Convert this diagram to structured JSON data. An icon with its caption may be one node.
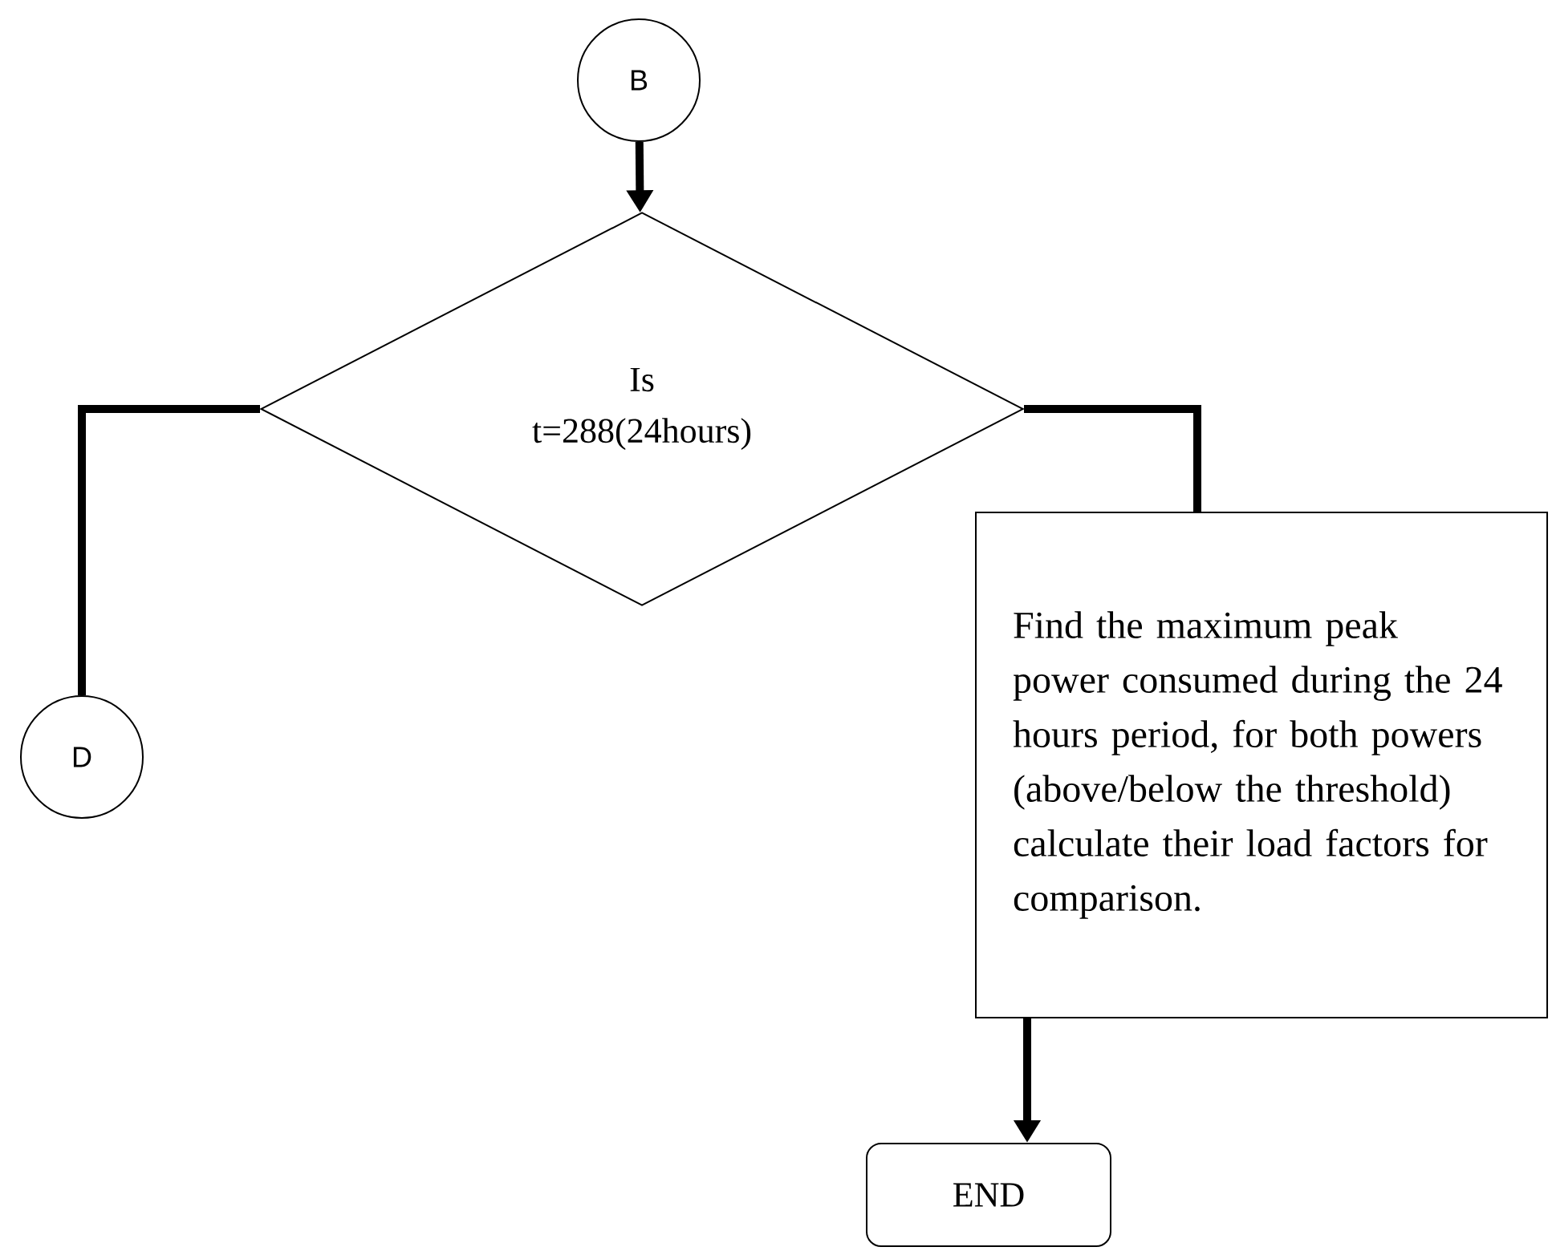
{
  "diagram": {
    "nodes": [
      {
        "text": [
          "B"
        ]
      },
      {
        "text": [
          "Is t=288(24hours)"
        ]
      },
      {
        "text": [
          "D"
        ]
      },
      {
        "text": [
          "Find the maximum peak power consumed during the 24 hours period, for both powers (above/below the threshold) calculate their load factors for comparison."
        ]
      },
      {
        "text": [
          "END"
        ]
      }
    ],
    "edges": [
      {
        "from": 0,
        "to": 1,
        "arrow": "to"
      },
      {
        "from": 1,
        "to": 2,
        "arrow": "none"
      },
      {
        "from": 1,
        "to": 3,
        "arrow": "none"
      },
      {
        "from": 3,
        "to": 4,
        "arrow": "to"
      }
    ]
  }
}
